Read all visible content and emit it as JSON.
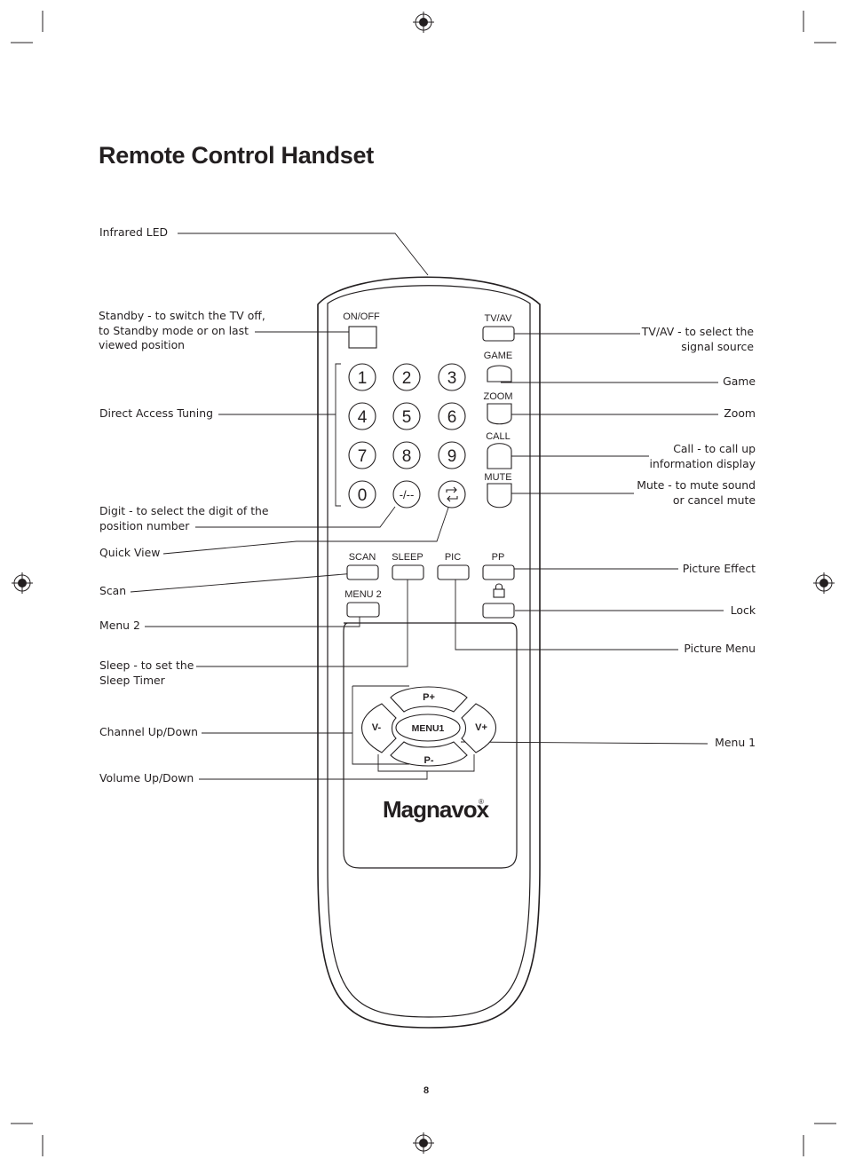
{
  "title": "Remote Control Handset",
  "page_number": "8",
  "labels_left": {
    "infrared_led": "Infrared LED",
    "standby": [
      "Standby - to switch the TV off,",
      "to Standby mode or on last",
      "viewed position"
    ],
    "direct_access": "Direct Access Tuning",
    "digit": [
      "Digit - to select the digit of the",
      "position number"
    ],
    "quick_view": "Quick View",
    "scan": "Scan",
    "menu2": "Menu 2",
    "sleep": [
      "Sleep - to set the",
      "Sleep Timer"
    ],
    "channel": "Channel Up/Down",
    "volume": "Volume Up/Down"
  },
  "labels_right": {
    "tvav": [
      "TV/AV - to select the",
      "signal source"
    ],
    "game": "Game",
    "zoom": "Zoom",
    "call": [
      "Call - to call up",
      "information display"
    ],
    "mute": [
      "Mute - to mute sound",
      "or cancel mute"
    ],
    "picture_effect": "Picture Effect",
    "lock": "Lock",
    "picture_menu": "Picture Menu",
    "menu1": "Menu 1"
  },
  "remote": {
    "brand": "Magnavox",
    "brand_mark": "®",
    "buttons": {
      "on_off": "ON/OFF",
      "tv_av": "TV/AV",
      "game": "GAME",
      "zoom": "ZOOM",
      "call": "CALL",
      "mute": "MUTE",
      "digits": [
        "1",
        "2",
        "3",
        "4",
        "5",
        "6",
        "7",
        "8",
        "9",
        "0"
      ],
      "digit_toggle": "-/--",
      "scan": "SCAN",
      "sleep": "SLEEP",
      "pic": "PIC",
      "pp": "PP",
      "menu2": "MENU 2",
      "p_plus": "P+",
      "p_minus": "P-",
      "v_minus": "V-",
      "v_plus": "V+",
      "menu1": "MENU1"
    }
  }
}
